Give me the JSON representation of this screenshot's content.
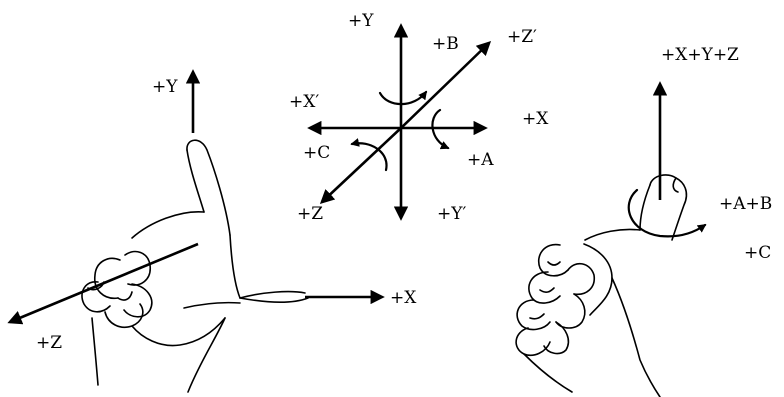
{
  "left_hand": {
    "y_label": "+Y",
    "x_label": "+X",
    "z_label": "+Z"
  },
  "center_axes": {
    "y_plus": "+Y",
    "y_prime": "+Y′",
    "x_plus": "+X",
    "x_prime": "+X′",
    "z_plus": "+Z",
    "z_prime": "+Z′",
    "a_rot": "+A",
    "b_rot": "+B",
    "c_rot": "+C"
  },
  "right_hand": {
    "xyz_label": "+X+Y+Z",
    "ab_label": "+A+B",
    "c_label": "+C"
  }
}
